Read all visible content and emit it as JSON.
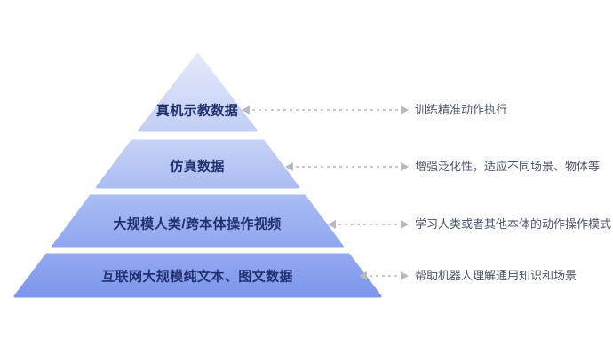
{
  "diagram": {
    "type": "pyramid",
    "levels": [
      {
        "label": "真机示教数据",
        "description": "训练精准动作执行",
        "fill_top": "#e4eafb",
        "fill_bottom": "#c3cef5"
      },
      {
        "label": "仿真数据",
        "description": "增强泛化性，适应不同场景、物体等",
        "fill_top": "#c6d1f6",
        "fill_bottom": "#abbdf2"
      },
      {
        "label": "大规模人类/跨本体操作视频",
        "description": "学习人类或者其他本体的动作操作模式",
        "fill_top": "#a9bcf3",
        "fill_bottom": "#8fa7ef"
      },
      {
        "label": "互联网大规模纯文本、图文数据",
        "description": "帮助机器人理解通用知识和场景",
        "fill_top": "#92a8f0",
        "fill_bottom": "#7d96ed"
      }
    ],
    "colors": {
      "label_text": "#22306f",
      "description_text": "#4a5568",
      "dash_line": "#c7cad3",
      "arrowhead": "#b4b9c3",
      "background": "#ffffff"
    }
  }
}
